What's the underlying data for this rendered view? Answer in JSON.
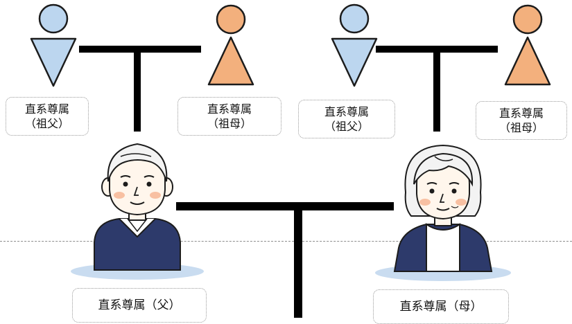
{
  "colors": {
    "male": "#bcd6ef",
    "female": "#f3b07d",
    "outline": "#1c1c1c",
    "connector": "#000000",
    "vest": "#2d3a6b",
    "skin": "#fff6ec",
    "hair": "#f3f3f3",
    "cheek": "#f8c0a2",
    "ground": "#c9dcf0"
  },
  "grandparents_paternal": {
    "grandfather": {
      "icon": "male-person-icon",
      "label_line1": "直系尊属",
      "label_line2": "（祖父）"
    },
    "grandmother": {
      "icon": "female-person-icon",
      "label_line1": "直系尊属",
      "label_line2": "（祖母）"
    }
  },
  "grandparents_maternal": {
    "grandfather": {
      "icon": "male-person-icon",
      "label_line1": "直系尊属",
      "label_line2": "（祖父）"
    },
    "grandmother": {
      "icon": "female-person-icon",
      "label_line1": "直系尊属",
      "label_line2": "（祖母）"
    }
  },
  "parents": {
    "father": {
      "icon": "elderly-man-icon",
      "label": "直系尊属（父）"
    },
    "mother": {
      "icon": "elderly-woman-icon",
      "label": "直系尊属（母）"
    }
  }
}
